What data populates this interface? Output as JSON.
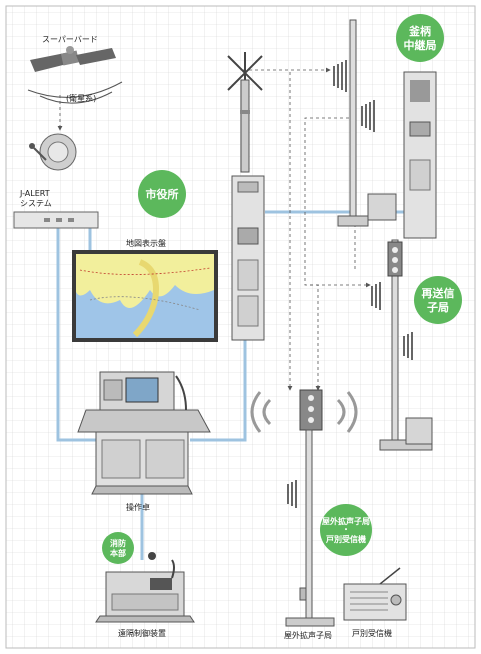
{
  "labels": {
    "satellite": "スーパーバード",
    "satellite_note": "(衛星系)",
    "jalert": [
      "J-ALERT",
      "システム"
    ],
    "city_hall": "市役所",
    "map_display": "地図表示盤",
    "console": "操作卓",
    "fire_dept": [
      "消防",
      "本部"
    ],
    "remote_control": "遠隔制御装置",
    "relay_station": [
      "釜柄",
      "中継局"
    ],
    "resend_station": [
      "再送信",
      "子局"
    ],
    "outdoor_group": [
      "屋外拡声子局",
      "・",
      "戸別受信機"
    ],
    "outdoor_speaker": "屋外拡声子局",
    "home_receiver": "戸別受信機"
  },
  "colors": {
    "green_circle": "#5cb85c",
    "cable_blue": "#9ec3e0",
    "grid_line": "#d4d4d4",
    "equipment_gray": "#e2e2e2",
    "map_sea": "#9fc5e8",
    "map_land": "#f2ef9c"
  }
}
